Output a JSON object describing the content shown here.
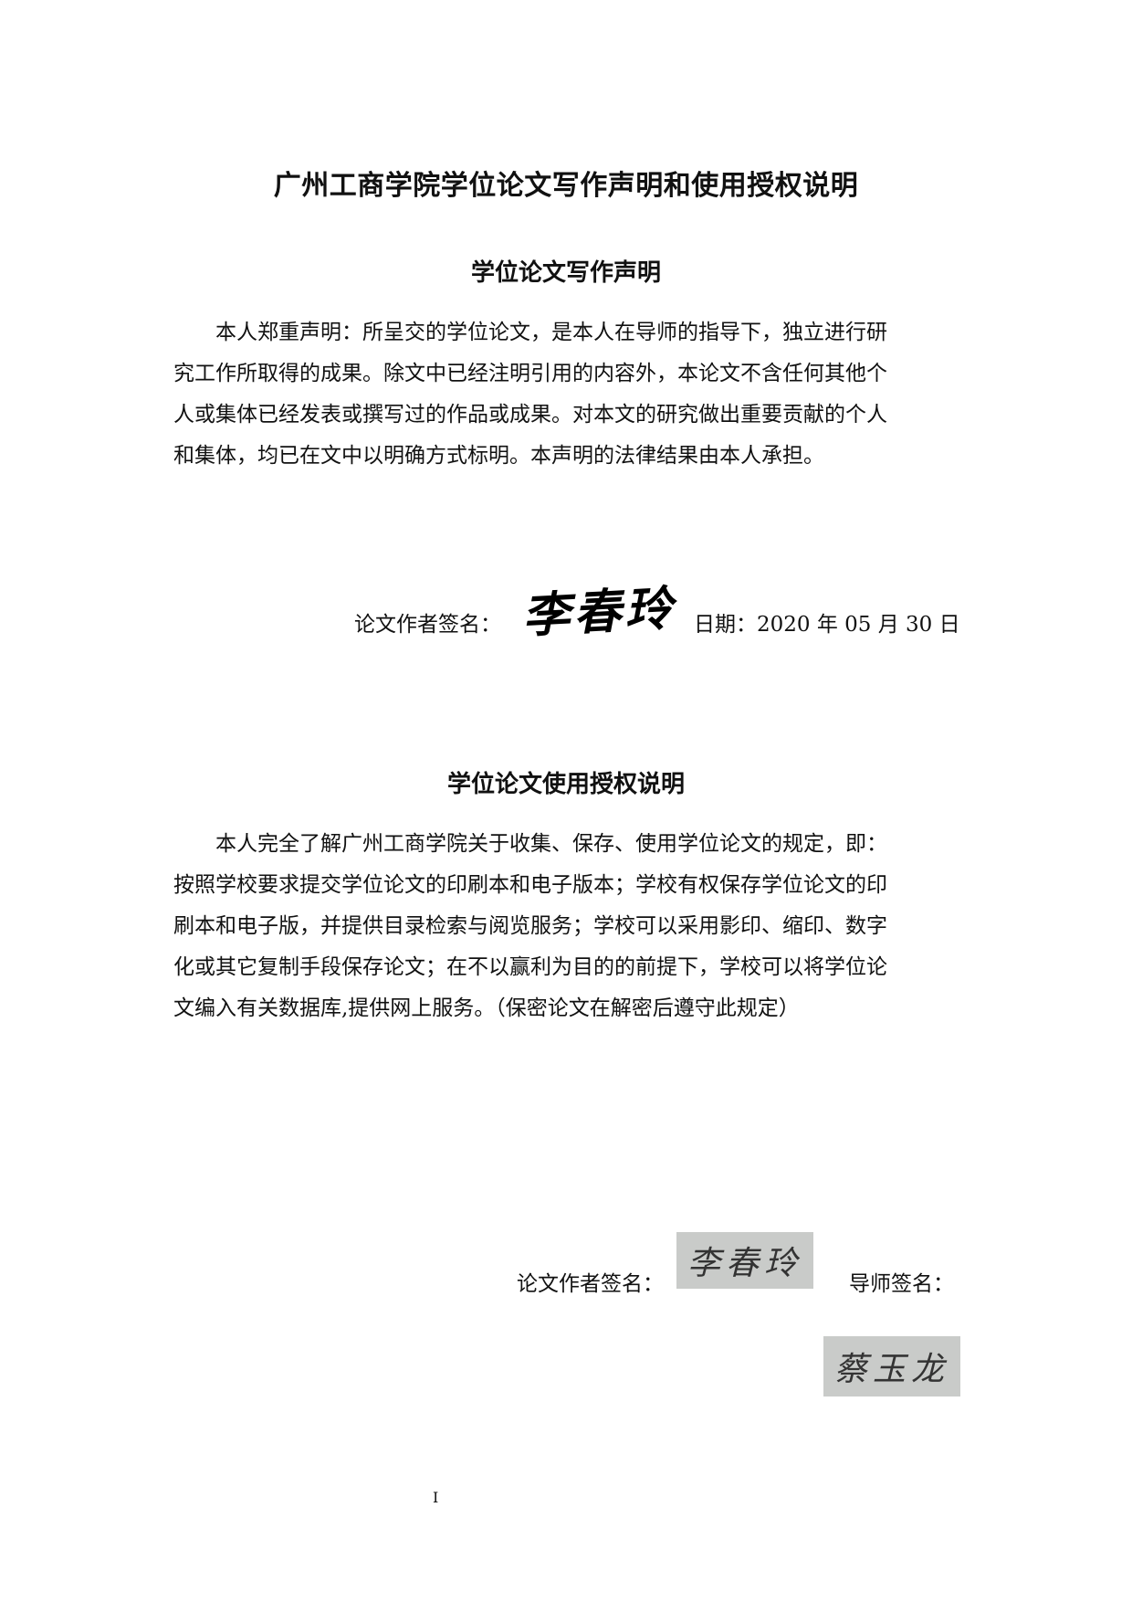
{
  "document": {
    "title": "广州工商学院学位论文写作声明和使用授权说明",
    "declaration": {
      "heading": "学位论文写作声明",
      "paragraph_lines": [
        "本人郑重声明：所呈交的学位论文，是本人在导师的指导下，独立进行研",
        "究工作所取得的成果。除文中已经注明引用的内容外，本论文不含任何其他个",
        "人或集体已经发表或撰写过的作品或成果。对本文的研究做出重要贡献的个人",
        "和集体，均已在文中以明确方式标明。本声明的法律结果由本人承担。"
      ],
      "author_signature_label": "论文作者签名：",
      "author_signature": "李春玲",
      "date_label": "日期：",
      "date_value": "2020 年  05 月 30 日"
    },
    "authorization": {
      "heading": "学位论文使用授权说明",
      "paragraph_lines": [
        "本人完全了解广州工商学院关于收集、保存、使用学位论文的规定，即：",
        "按照学校要求提交学位论文的印刷本和电子版本；学校有权保存学位论文的印",
        "刷本和电子版，并提供目录检索与阅览服务；学校可以采用影印、缩印、数字",
        "化或其它复制手段保存论文；在不以赢利为目的的前提下，学校可以将学位论",
        "文编入有关数据库,提供网上服务。（保密论文在解密后遵守此规定）"
      ],
      "author_signature_label": "论文作者签名：",
      "author_signature": "李春玲",
      "advisor_signature_label": "导师签名：",
      "advisor_signature": "蔡玉龙"
    },
    "page_number": "I"
  }
}
